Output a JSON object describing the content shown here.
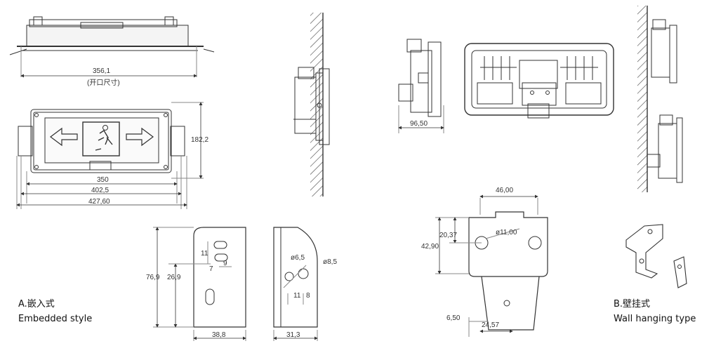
{
  "dimensions": {
    "top_width": "356,1",
    "top_cutout": "(开口尺寸)",
    "height_front": "182,2",
    "w350": "350",
    "w402": "402,5",
    "w427": "427,60",
    "depth": "96,50",
    "bracket_h1": "76,9",
    "bracket_h2": "26,9",
    "slot_11": "11",
    "slot_7": "7",
    "slot_9": "9",
    "bracket_w": "38,8",
    "hole_65": "ø6,5",
    "hole_85": "ø8,5",
    "side_11": "11",
    "side_8": "8",
    "side_w": "31,3",
    "w46": "46,00",
    "h2037": "20,37",
    "h4290": "42,90",
    "hole_11": "ø11,00",
    "h650": "6,50",
    "w2457": "24,57"
  },
  "labels": {
    "a_cn": "A.嵌入式",
    "a_en": "Embedded style",
    "b_cn": "B.壁挂式",
    "b_en": "Wall hanging type"
  }
}
